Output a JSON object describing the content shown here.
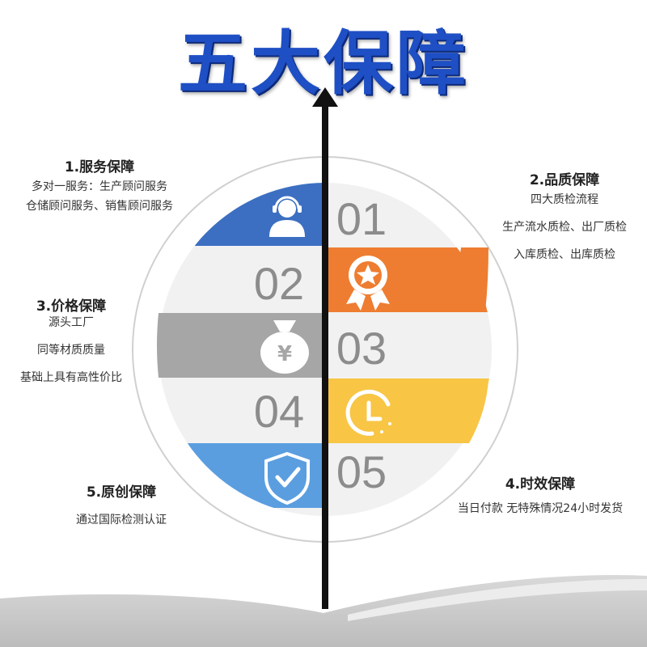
{
  "title": "五大保障",
  "colors": {
    "blue_dark": "#3c6fc2",
    "orange": "#ee7d31",
    "gray": "#a6a6a6",
    "yellow": "#f8c545",
    "blue_light": "#5a9ee0",
    "number_gray": "#8c8c8c",
    "arrow": "#111111"
  },
  "numbers": [
    "01",
    "02",
    "03",
    "04",
    "05"
  ],
  "icons": [
    "headset-user-icon",
    "award-badge-icon",
    "money-bag-icon",
    "clock-icon",
    "shield-check-icon"
  ],
  "sections": {
    "service": {
      "heading": "1.服务保障",
      "lines": [
        "多对一服务：生产顾问服务",
        "仓储顾问服务、销售顾问服务"
      ]
    },
    "quality": {
      "heading": "2.品质保障",
      "lines": [
        "四大质检流程",
        "生产流水质检、出厂质检",
        "入库质检、出库质检"
      ]
    },
    "price": {
      "heading": "3.价格保障",
      "lines": [
        "源头工厂",
        "同等材质质量",
        "基础上具有高性价比"
      ]
    },
    "timeliness": {
      "heading": "4.时效保障",
      "lines": [
        "当日付款 无特殊情况24小时发货"
      ]
    },
    "original": {
      "heading": "5.原创保障",
      "lines": [
        "通过国际检测认证"
      ]
    }
  }
}
